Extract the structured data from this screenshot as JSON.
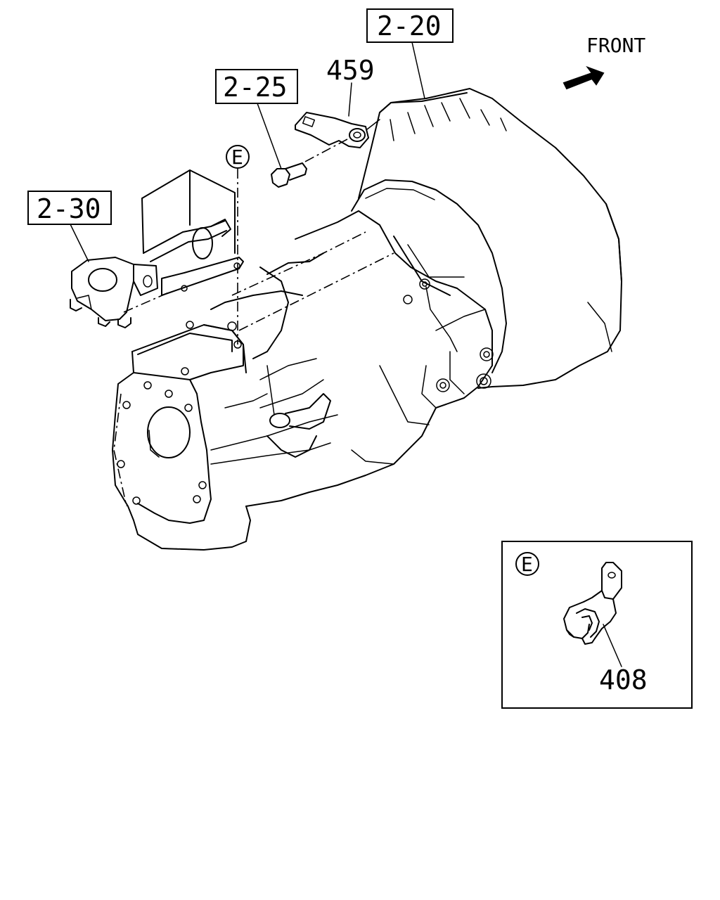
{
  "diagram": {
    "direction_label": "FRONT",
    "refs": {
      "ref_2_20": "2-20",
      "ref_2_25": "2-25",
      "ref_2_30": "2-30"
    },
    "part_numbers": {
      "bracket": "459",
      "clip": "408"
    },
    "detail_marker": "E",
    "detail_box_marker": "E"
  }
}
